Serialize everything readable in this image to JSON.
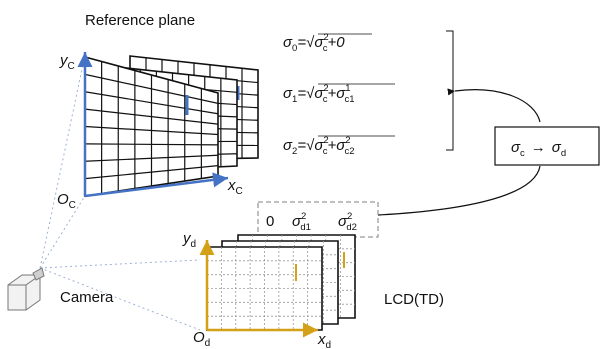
{
  "title": "Reference plane",
  "camera_label": "Camera",
  "lcd_label": "LCD(TD)",
  "axes": {
    "ref_y": {
      "main": "y",
      "sub": "C"
    },
    "ref_x": {
      "main": "x",
      "sub": "C"
    },
    "ref_origin": {
      "main": "O",
      "sub": "C"
    },
    "lcd_y": {
      "main": "y",
      "sub": "d"
    },
    "lcd_x": {
      "main": "x",
      "sub": "d"
    },
    "lcd_origin": {
      "main": "O",
      "sub": "d"
    }
  },
  "equations": [
    {
      "lhs_sub": "0",
      "rhs_term": "+0"
    },
    {
      "lhs_sub": "1",
      "rhs_term_sub": "c1",
      "rhs_term_sup": "1"
    },
    {
      "lhs_sub": "2",
      "rhs_term_sub": "c2",
      "rhs_term_sup": "2"
    }
  ],
  "dashed_box": {
    "zero": "0",
    "s1_sub": "d1",
    "s1_sup": "2",
    "s2_sub": "d2",
    "s2_sup": "2"
  },
  "mapping": {
    "from_sub": "c",
    "arrow": "→",
    "to_sub": "d"
  },
  "colors": {
    "blue": "#4472c4",
    "gold": "#d4a017",
    "dashed_gray": "#9a9a9a",
    "dotted_blue": "#9db2d6"
  }
}
